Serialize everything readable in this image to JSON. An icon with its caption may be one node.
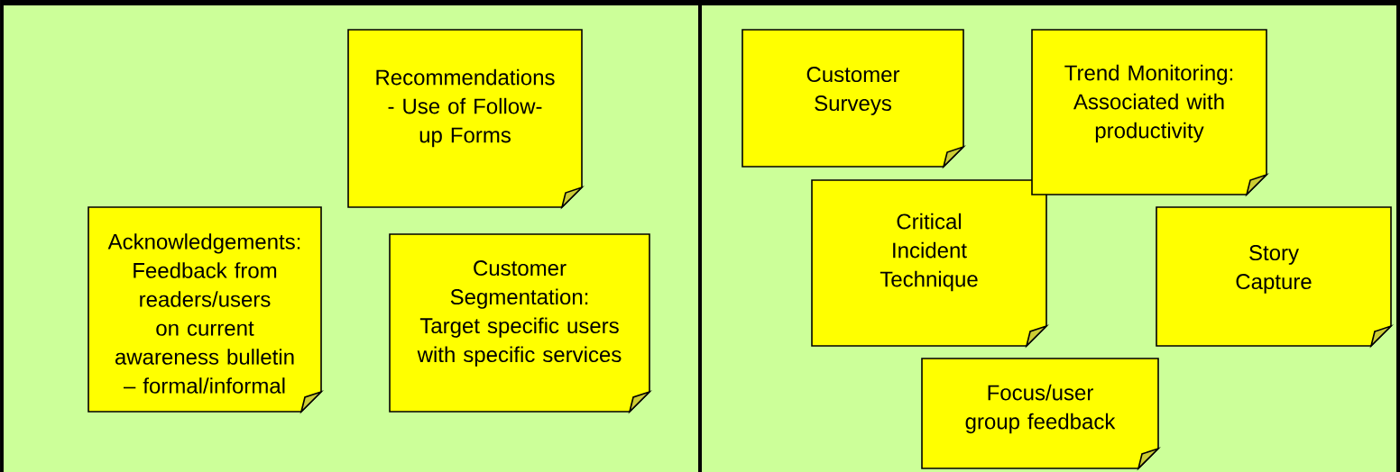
{
  "diagram": {
    "nodes": [
      {
        "text": [],
        "shape": "box"
      },
      {
        "text": [],
        "shape": "box"
      },
      {
        "text": [
          "Recommendations - Use of Follow-up Forms"
        ],
        "in": 0
      },
      {
        "text": [
          "Acknowledgements: Feedback from readers/users on current awareness bulletin – formal/informal"
        ],
        "in": 0
      },
      {
        "text": [
          "Customer Segmentation: Target specific users with specific services"
        ],
        "in": 0
      },
      {
        "text": [
          "Customer Surveys"
        ],
        "in": 1
      },
      {
        "text": [
          "Trend Monitoring: Associated with productivity"
        ],
        "in": 1
      },
      {
        "text": [
          "Critical Incident Technique"
        ],
        "in": 1
      },
      {
        "text": [
          "Story Capture"
        ],
        "in": 1
      },
      {
        "text": [
          "Focus/user group feedback"
        ],
        "in": 1
      }
    ]
  }
}
